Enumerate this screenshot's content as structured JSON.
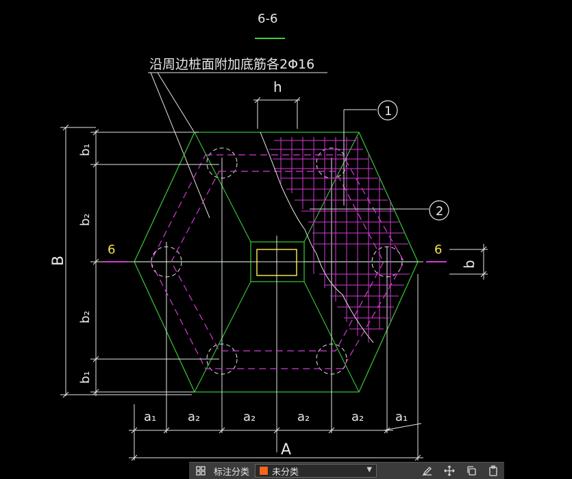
{
  "drawing": {
    "section_title": "6-6",
    "leader_note": "沿周边桩面附加底筋各2Φ16",
    "dim_h": "h",
    "dim_B": "B",
    "dim_A": "A",
    "dim_b": "b",
    "b1_top": "b₁",
    "b2_top": "b₂",
    "b2_bottom": "b₂",
    "b1_bottom": "b₁",
    "a1_left": "a₁",
    "a2_1": "a₂",
    "a2_2": "a₂",
    "a2_3": "a₂",
    "a2_4": "a₂",
    "a1_right": "a₁",
    "cut_left": "6",
    "cut_right": "6",
    "callout_1": "1",
    "callout_2": "2"
  },
  "toolbar": {
    "icon": "layers-icon",
    "category_label": "标注分类",
    "category_value": "未分类",
    "category_color": "#f4651f",
    "buttons": [
      "edit-icon",
      "move-icon",
      "copy-icon",
      "paste-icon"
    ]
  }
}
